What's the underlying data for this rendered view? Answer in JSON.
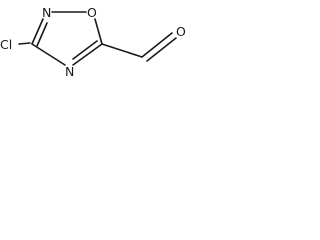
{
  "structure": {
    "atoms": {
      "cl": "Cl",
      "n2": "N",
      "o1": "O",
      "n4": "N",
      "o_aldehyde": "O"
    }
  }
}
